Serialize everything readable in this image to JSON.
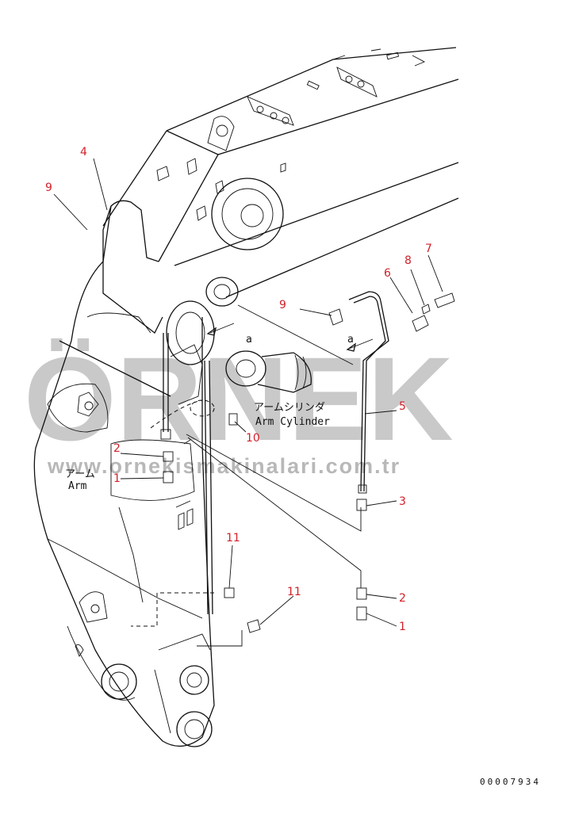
{
  "watermark": {
    "brand": "ÖRNEK",
    "url": "www.ornekismakinalari.com.tr"
  },
  "labels": {
    "arm_jp": "アーム",
    "arm_en": "Arm",
    "arm_cylinder_jp": "アームシリンダ",
    "arm_cylinder_en": "Arm Cylinder",
    "view_a_1": "a",
    "view_a_2": "a"
  },
  "callouts": [
    "4",
    "9",
    "9",
    "6",
    "8",
    "7",
    "5",
    "2",
    "1",
    "10",
    "3",
    "11",
    "11",
    "2",
    "1"
  ],
  "document_number": "00007934"
}
